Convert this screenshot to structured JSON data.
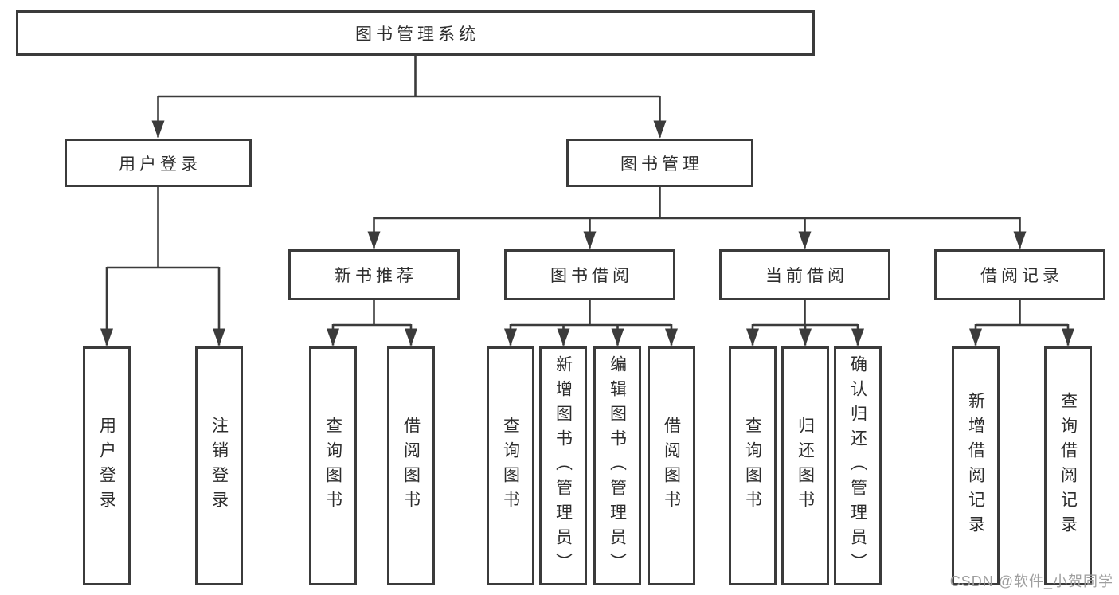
{
  "colors": {
    "line": "#3b3b3b",
    "box_border": "#3b3b3b",
    "text": "#2d2d2d",
    "background": "#ffffff",
    "watermark": "#9e9e9e"
  },
  "tree": {
    "root": {
      "label": "图书管理系统"
    },
    "children": [
      {
        "label": "用户登录",
        "children": [
          {
            "label": "用户登录"
          },
          {
            "label": "注销登录"
          }
        ]
      },
      {
        "label": "图书管理",
        "children": [
          {
            "label": "新书推荐",
            "children": [
              {
                "label": "查询图书"
              },
              {
                "label": "借阅图书"
              }
            ]
          },
          {
            "label": "图书借阅",
            "children": [
              {
                "label": "查询图书"
              },
              {
                "label": "新增图书（管理员）"
              },
              {
                "label": "编辑图书（管理员）"
              },
              {
                "label": "借阅图书"
              }
            ]
          },
          {
            "label": "当前借阅",
            "children": [
              {
                "label": "查询图书"
              },
              {
                "label": "归还图书"
              },
              {
                "label": "确认归还（管理员）"
              }
            ]
          },
          {
            "label": "借阅记录",
            "children": [
              {
                "label": "新增借阅记录"
              },
              {
                "label": "查询借阅记录"
              }
            ]
          }
        ]
      }
    ]
  },
  "watermark": {
    "text": "CSDN @软件_小贺同学"
  }
}
